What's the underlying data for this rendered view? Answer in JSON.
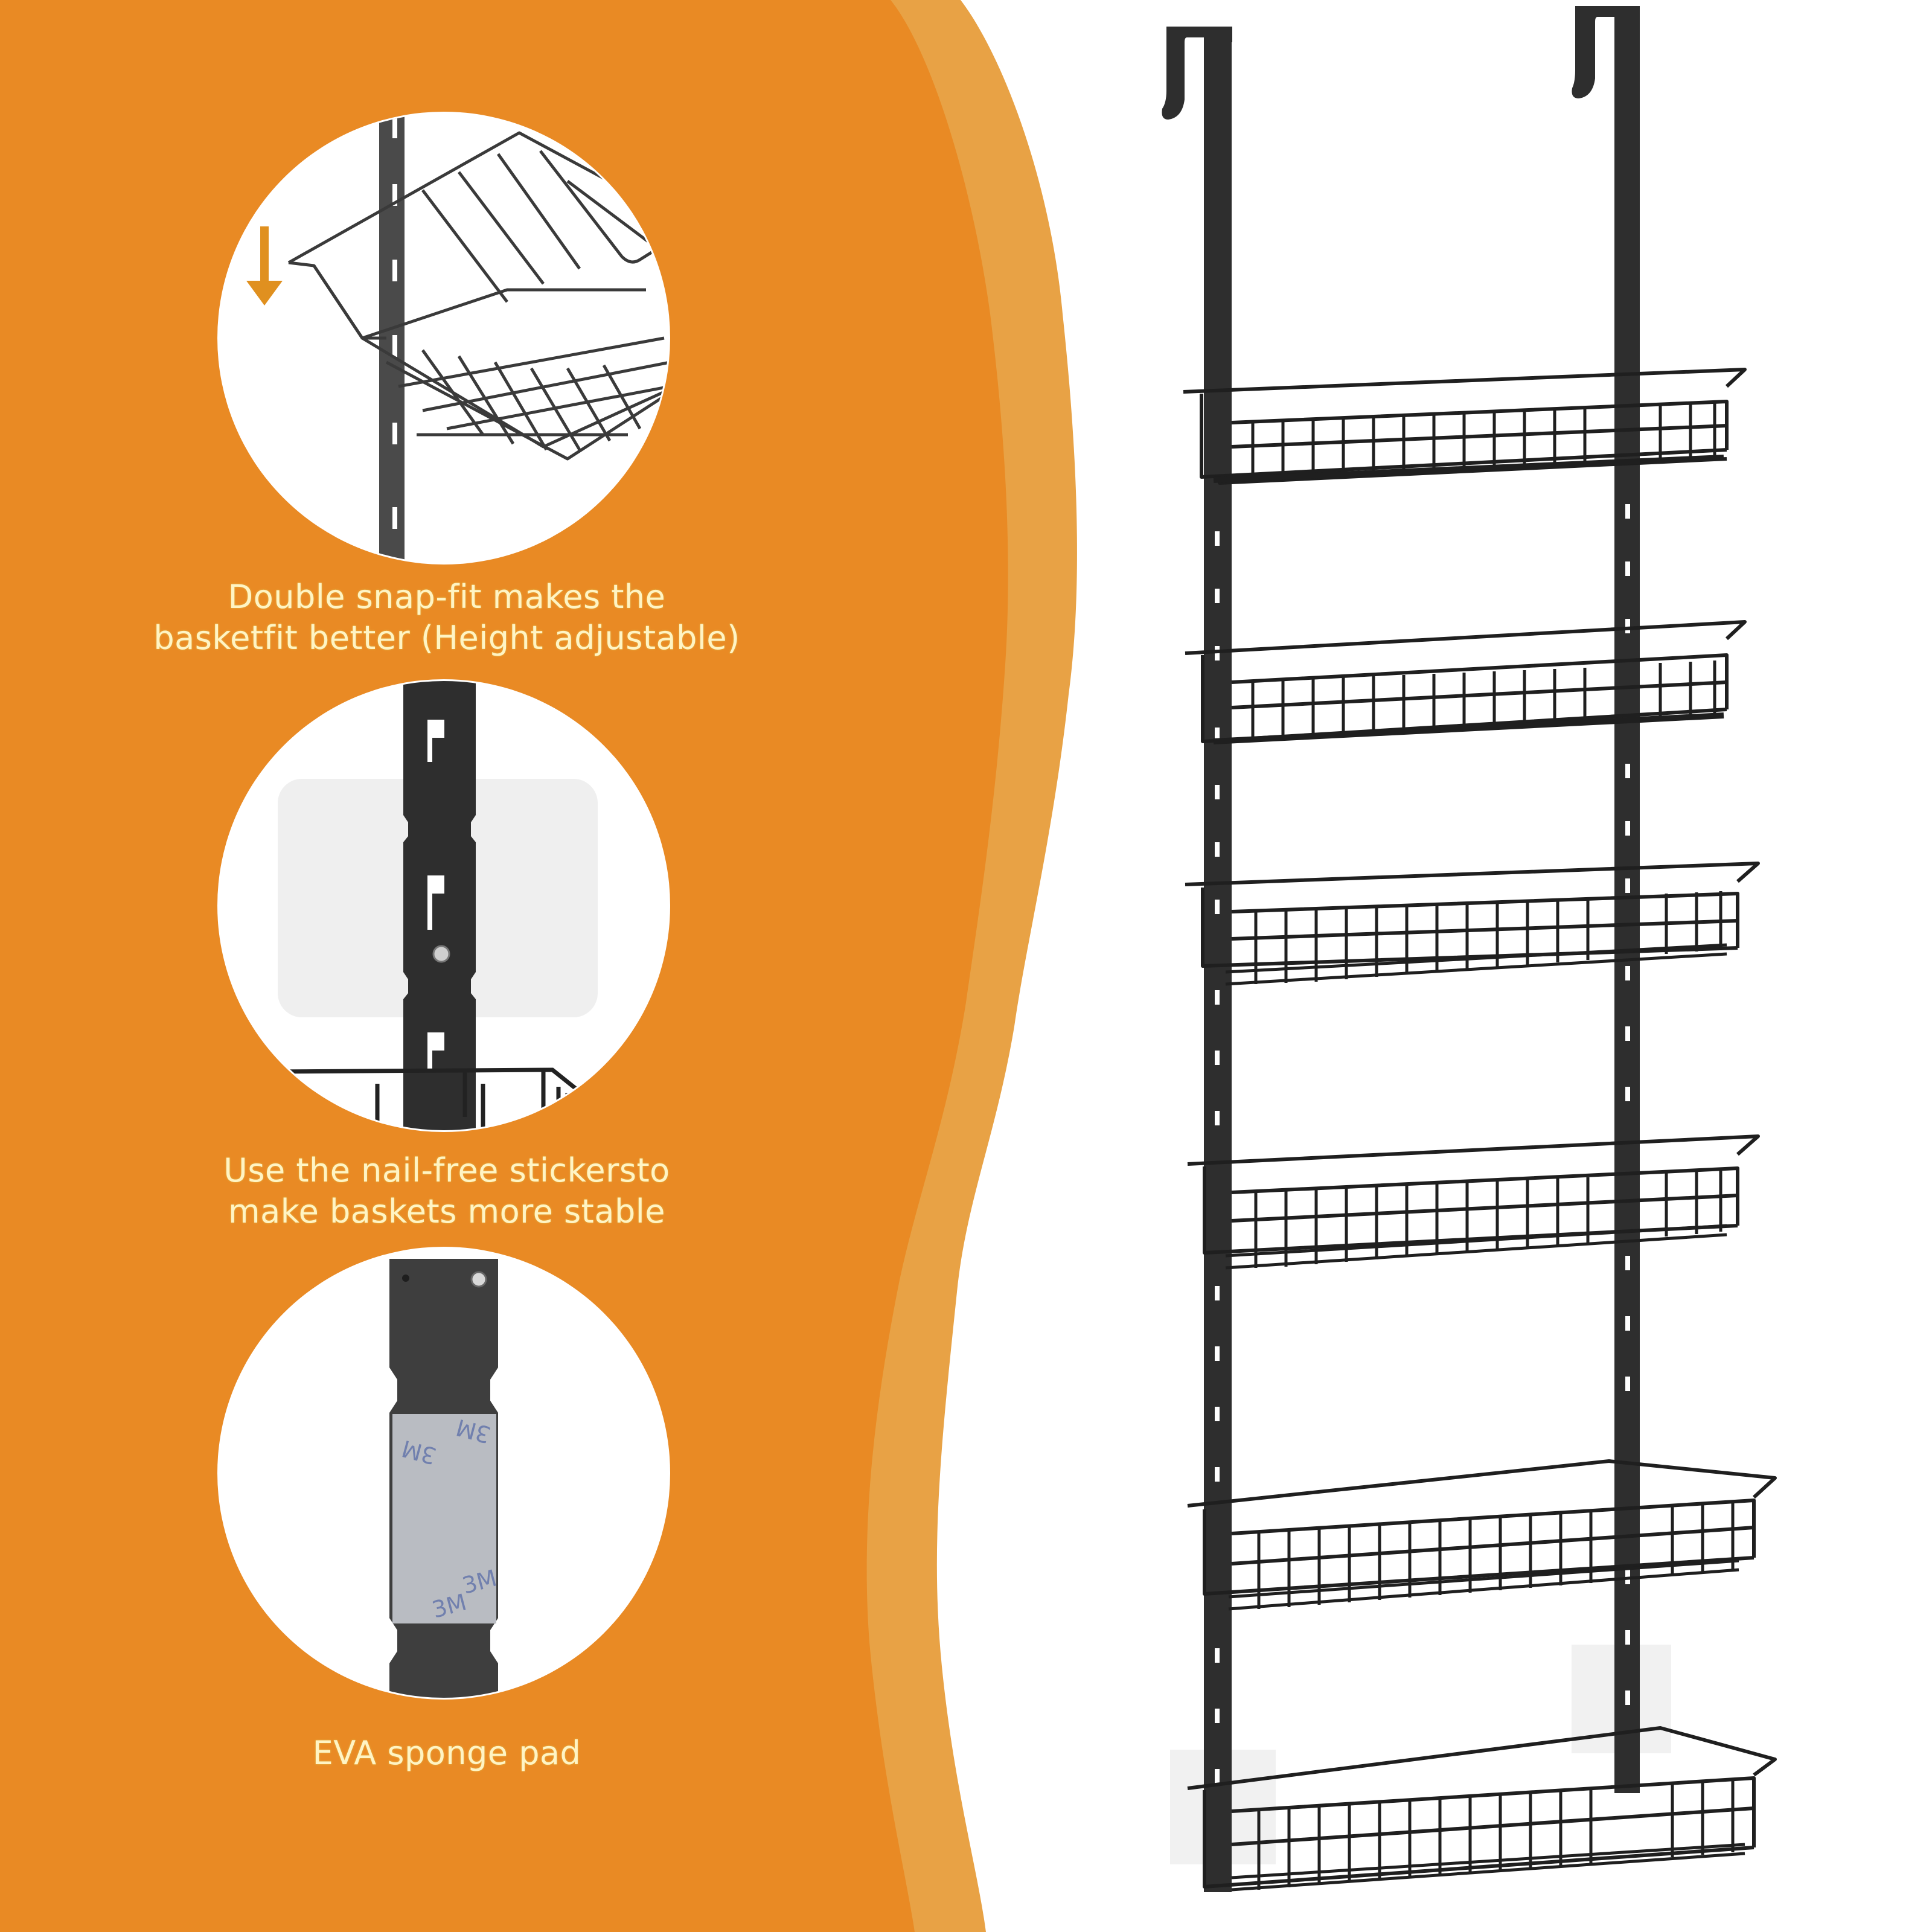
{
  "colors": {
    "orange_main": "#E98A24",
    "orange_light": "#E8A245",
    "background": "#FFFFFF",
    "caption_text": "#FFF4C4",
    "metal": "#2E2E2E",
    "sticker": "#EFEFEF",
    "tape_liner": "#B9BCC2",
    "arrow": "#E0901F"
  },
  "features": [
    {
      "id": "snap-fit",
      "illustration": "basket-snap-into-rail",
      "icon": "arrow-down-icon",
      "caption_lines": [
        "Double snap-fit makes the",
        "basketfit better (Height adjustable)"
      ]
    },
    {
      "id": "nail-free-stickers",
      "illustration": "rail-with-adhesive-sticker",
      "caption_lines": [
        "Use the nail-free stickersto",
        "make baskets more stable"
      ]
    },
    {
      "id": "eva-pad",
      "illustration": "rail-with-3m-tape-pad",
      "tape_marks": [
        "3M",
        "3M",
        "3M",
        "3M"
      ],
      "caption_lines": [
        "EVA sponge pad"
      ]
    }
  ],
  "product": {
    "name": "over-the-door wire basket rack",
    "basket_count": 6
  }
}
